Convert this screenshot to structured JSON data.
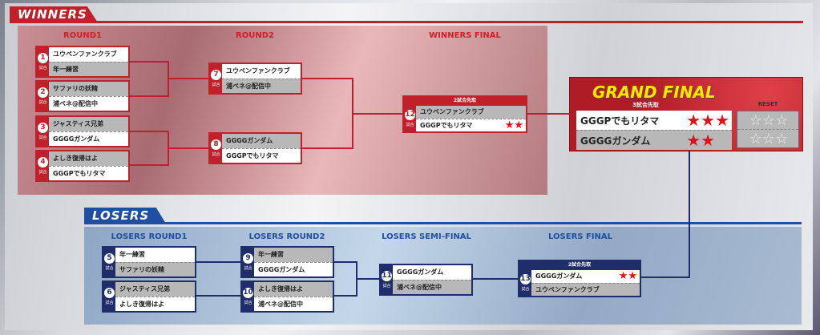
{
  "winners": {
    "label": "WINNERS",
    "headings": [
      "ROUND1",
      "ROUND2",
      "WINNERS FINAL"
    ]
  },
  "losers": {
    "label": "LOSERS",
    "headings": [
      "LOSERS ROUND1",
      "LOSERS ROUND2",
      "LOSERS SEMI-FINAL",
      "LOSERS FINAL"
    ]
  },
  "match_suffix": "試合",
  "colors": {
    "red": "#c0202a",
    "navy": "#1f2d6a",
    "gold": "#ffe600"
  },
  "matches": [
    {
      "id": "1",
      "players": [
        "ユウペンファンクラブ",
        "年一練習"
      ],
      "winner": 0
    },
    {
      "id": "2",
      "players": [
        "サファリの妖精",
        "浦ペネ@配信中"
      ],
      "winner": 1
    },
    {
      "id": "3",
      "players": [
        "ジャスティス兄弟",
        "GGGGガンダム"
      ],
      "winner": 1
    },
    {
      "id": "4",
      "players": [
        "よしき復帰はよ",
        "GGGPでもリタマ"
      ],
      "winner": 1
    },
    {
      "id": "7",
      "players": [
        "ユウペンファンクラブ",
        "浦ペネ@配信中"
      ],
      "winner": 0
    },
    {
      "id": "8",
      "players": [
        "GGGGガンダム",
        "GGGPでもリタマ"
      ],
      "winner": 1
    },
    {
      "id": "12",
      "header": "2試合先取",
      "players": [
        "ユウペンファンクラブ",
        "GGGPでもリタマ"
      ],
      "winner": 1,
      "wins": [
        0,
        2
      ],
      "stars_total": 2
    },
    {
      "id": "5",
      "players": [
        "年一練習",
        "サファリの妖精"
      ],
      "winner": 0
    },
    {
      "id": "6",
      "players": [
        "ジャスティス兄弟",
        "よしき復帰はよ"
      ],
      "winner": 1
    },
    {
      "id": "9",
      "players": [
        "年一練習",
        "GGGGガンダム"
      ],
      "winner": 1
    },
    {
      "id": "10",
      "players": [
        "よしき復帰はよ",
        "浦ペネ@配信中"
      ],
      "winner": 1
    },
    {
      "id": "11",
      "players": [
        "GGGGガンダム",
        "浦ペネ@配信中"
      ],
      "winner": 0
    },
    {
      "id": "13",
      "header": "2試合先取",
      "players": [
        "GGGGガンダム",
        "ユウペンファンクラブ"
      ],
      "winner": 0,
      "wins": [
        2,
        0
      ],
      "stars_total": 2
    }
  ],
  "grand_final": {
    "title": "GRAND FINAL",
    "subtitle": "3試合先取",
    "reset_label": "RESET",
    "players": [
      "GGGPでもリタマ",
      "GGGGガンダム"
    ],
    "wins": [
      3,
      2
    ],
    "stars_total": 3,
    "reset_wins": [
      0,
      0
    ],
    "reset_total": 3
  }
}
